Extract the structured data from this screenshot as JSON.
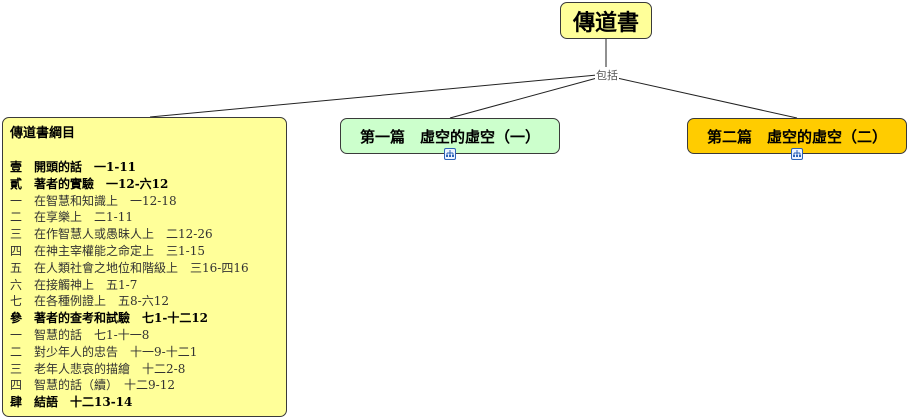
{
  "root": {
    "title": "傳道書"
  },
  "connector_label": "包括",
  "branches": [
    {
      "title": "第一篇　虛空的虛空（一）",
      "color": "#ccffcc"
    },
    {
      "title": "第二篇　虛空的虛空（二）",
      "color": "#ffcc00"
    }
  ],
  "outline": {
    "title": "傳道書綱目",
    "rows": [
      {
        "text": "壹　開頭的話　一1-11",
        "bold": true
      },
      {
        "text": "貳　著者的實驗　一12-六12",
        "bold": true
      },
      {
        "text": "一　在智慧和知識上　一12-18",
        "bold": false
      },
      {
        "text": "二　在享樂上　二1-11",
        "bold": false
      },
      {
        "text": "三　在作智慧人或愚昧人上　二12-26",
        "bold": false
      },
      {
        "text": "四　在神主宰權能之命定上　三1-15",
        "bold": false
      },
      {
        "text": "五　在人類社會之地位和階級上　三16-四16",
        "bold": false
      },
      {
        "text": "六　在接觸神上　五1-7",
        "bold": false
      },
      {
        "text": "七　在各種例證上　五8-六12",
        "bold": false
      },
      {
        "text": "參　著者的查考和試驗　七1-十二12",
        "bold": true
      },
      {
        "text": "一　智慧的話　七1-十一8",
        "bold": false
      },
      {
        "text": "二　對少年人的忠告　十一9-十二1",
        "bold": false
      },
      {
        "text": "三　老年人悲哀的描繪　十二2-8",
        "bold": false
      },
      {
        "text": "四　智慧的話（續）　十二9-12",
        "bold": false
      },
      {
        "text": "肆　結語　十二13-14",
        "bold": true
      }
    ]
  },
  "icons": {
    "expand": "expand-subtopics-icon"
  },
  "colors": {
    "root_fill": "#ffff99",
    "outline_fill": "#ffff99",
    "line": "#222222",
    "expand_border": "#2d63b8"
  }
}
